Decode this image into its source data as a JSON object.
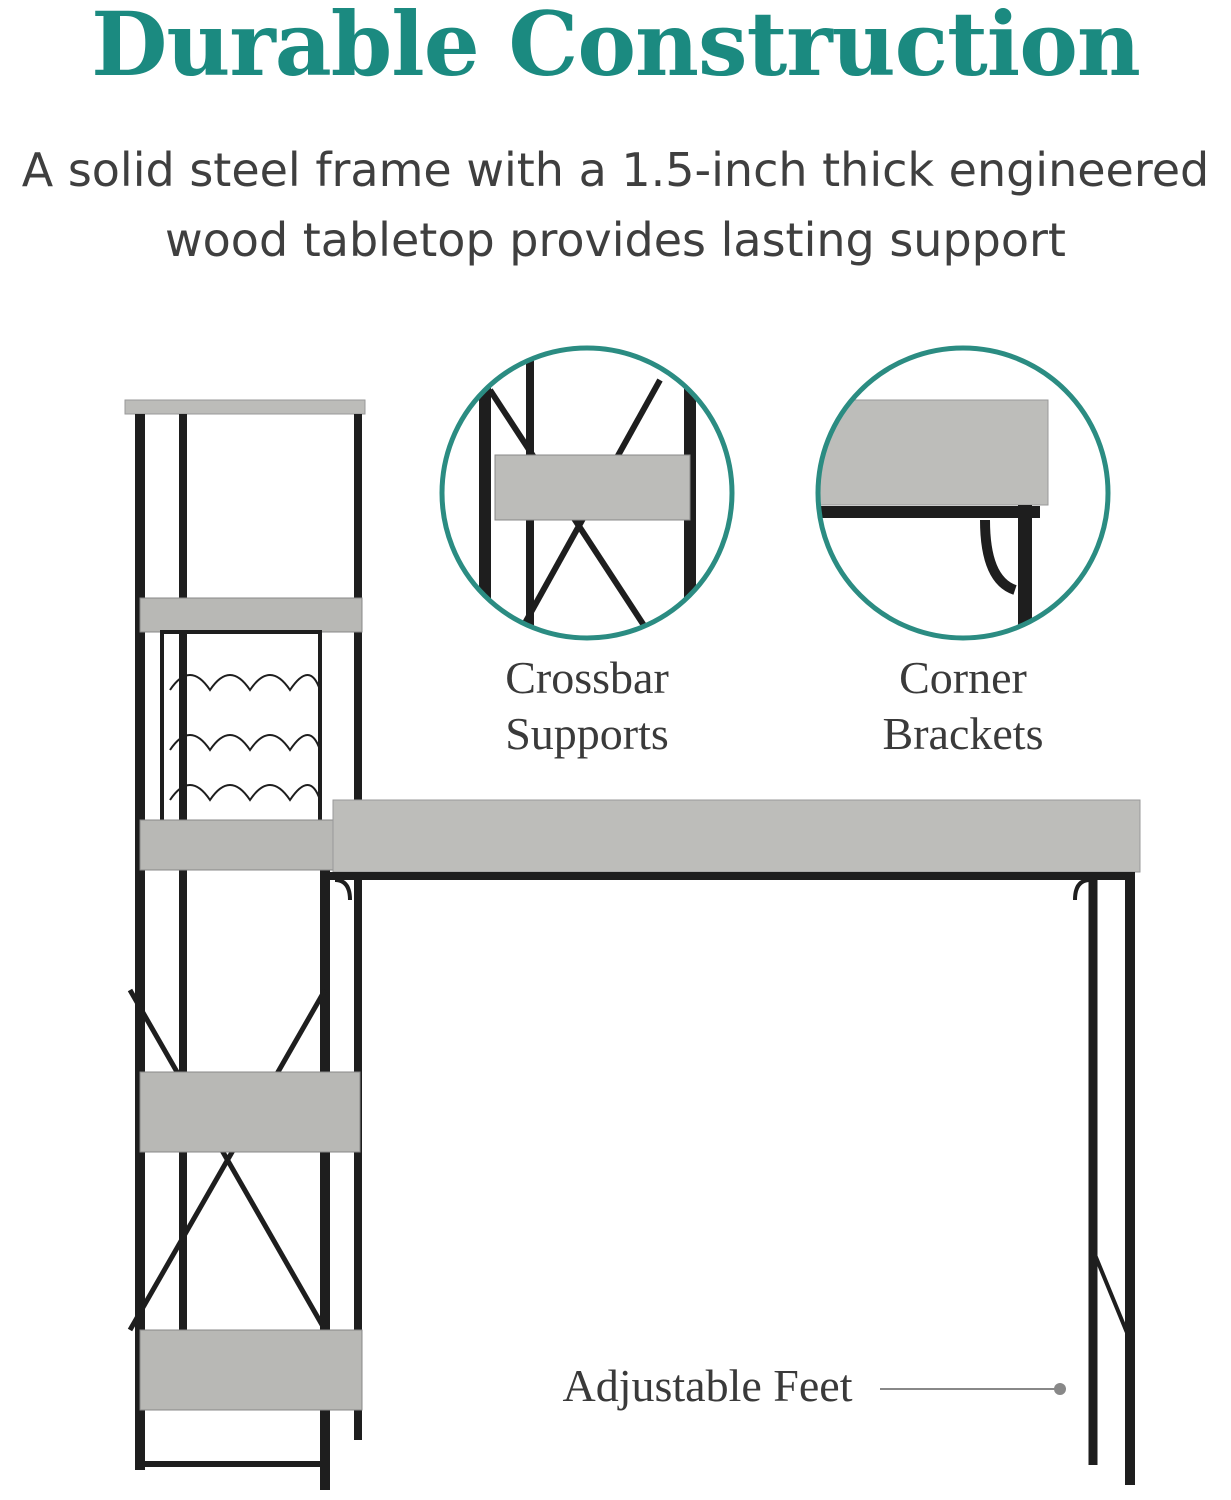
{
  "title": "Durable Construction",
  "subtitle": [
    "A solid steel frame with a 1.5-inch thick engineered",
    "wood tabletop provides lasting support"
  ],
  "callouts": {
    "crossbar": [
      "Crossbar",
      "Supports"
    ],
    "corner": [
      "Corner",
      "Brackets"
    ],
    "feet": "Adjustable Feet"
  },
  "colors": {
    "accent": "#1b8a80",
    "frame": "#1e1e1e",
    "wood": "#b9b9b6"
  }
}
